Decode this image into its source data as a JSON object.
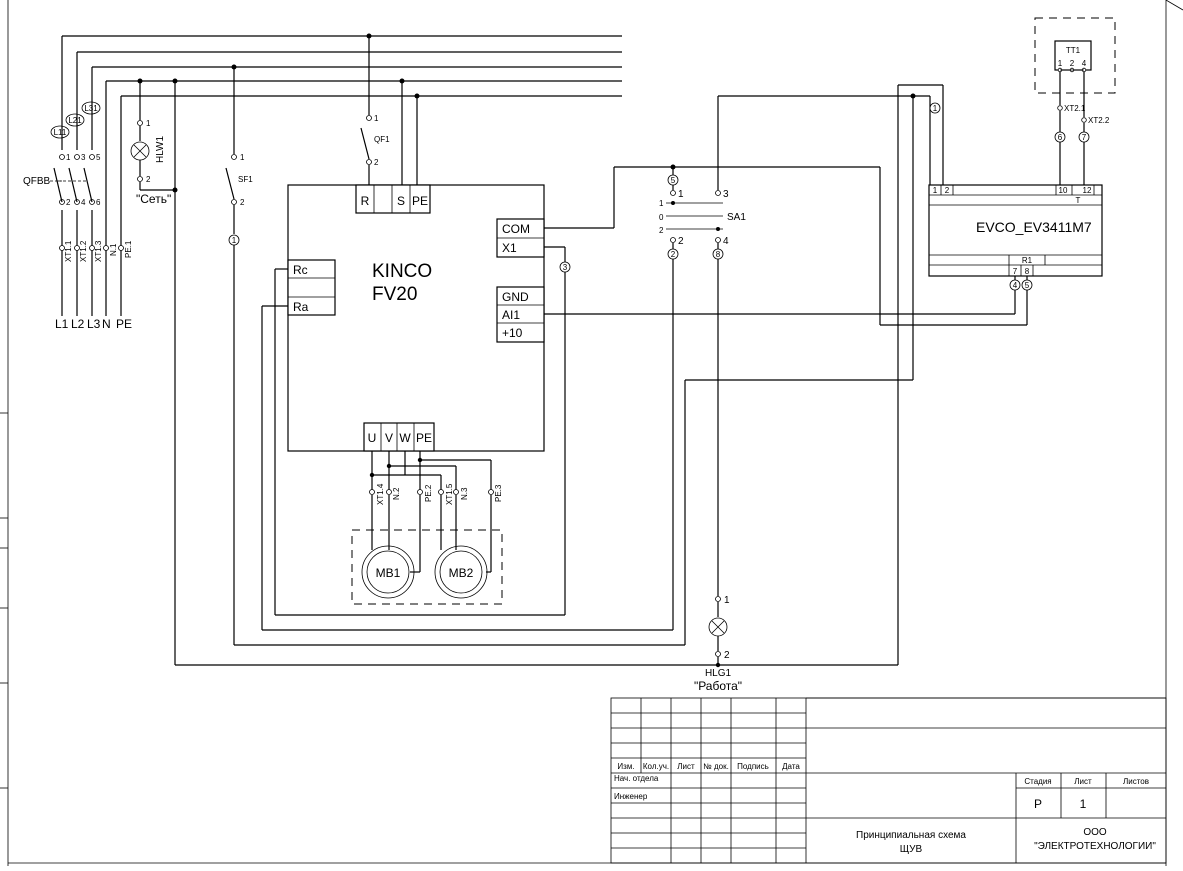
{
  "incoming": {
    "lines": [
      "L1",
      "L2",
      "L3",
      "N",
      "PE"
    ],
    "phase_markers": [
      "L11",
      "L21",
      "L31"
    ],
    "breaker": {
      "label": "QFBB",
      "terminals": [
        "1",
        "3",
        "5",
        "2",
        "4",
        "6"
      ]
    },
    "xt_terminals": [
      "XT1.1",
      "XT1.2",
      "XT1.3",
      "N.1",
      "PE.1"
    ]
  },
  "hlw1": {
    "label": "HLW1",
    "caption": "\"Сеть\"",
    "pin_top": "1",
    "pin_bottom": "2"
  },
  "sf1": {
    "label": "SF1",
    "pin_top": "1",
    "pin_bottom": "2",
    "wire": "1"
  },
  "qf1": {
    "label": "QF1",
    "pin_top": "1",
    "pin_bottom": "2"
  },
  "vfd": {
    "title_line1": "KINCO",
    "title_line2": "FV20",
    "top_terminals": [
      "R",
      "",
      "S",
      "PE"
    ],
    "left_terminals": [
      "Rc",
      "Ra"
    ],
    "right_terminals_a": [
      "COM",
      "X1"
    ],
    "right_terminals_b": [
      "GND",
      "AI1",
      "+10"
    ],
    "bottom_terminals": [
      "U",
      "V",
      "W",
      "PE"
    ],
    "wire_x1": "3"
  },
  "motors": {
    "mb1": "MB1",
    "mb2": "MB2",
    "terminals": [
      "XT1.4",
      "N.2",
      "PE.2",
      "XT1.5",
      "N.3",
      "PE.3"
    ]
  },
  "sa1": {
    "label": "SA1",
    "contacts_top": [
      "1",
      "3"
    ],
    "contacts_bottom": [
      "2",
      "4"
    ],
    "positions": [
      "1",
      "0",
      "2"
    ],
    "wire_top": "5",
    "wire_left": "2",
    "wire_right": "8"
  },
  "hlg1": {
    "label": "HLG1",
    "caption": "\"Работа\"",
    "pin_top": "1",
    "pin_bottom": "2"
  },
  "tt1": {
    "label": "TT1",
    "pins": [
      "1",
      "2",
      "4"
    ],
    "xt_labels": [
      "XT2.1",
      "XT2.2"
    ],
    "wires": [
      "6",
      "7"
    ]
  },
  "evco": {
    "title": "EVCO_EV3411M7",
    "top_terminals": [
      "1",
      "2",
      "10",
      "12"
    ],
    "top_label": "T",
    "relay_label": "R1",
    "relay_terminals": [
      "7",
      "8"
    ],
    "wire_1": "1",
    "wires_relay": [
      "4",
      "5"
    ]
  },
  "title_block": {
    "col_headers": [
      "Изм.",
      "Кол.уч.",
      "Лист",
      "№ док.",
      "Подпись",
      "Дата"
    ],
    "roles": [
      "Нач. отдела",
      "Инженер"
    ],
    "stage_headers": [
      "Стадия",
      "Лист",
      "Листов"
    ],
    "stage": "Р",
    "sheet": "1",
    "sheets": "",
    "doc_title": [
      "Принципиальная схема",
      "ЩУВ"
    ],
    "org": [
      "ООО",
      "\"ЭЛЕКТРОТЕХНОЛОГИИ\""
    ]
  }
}
